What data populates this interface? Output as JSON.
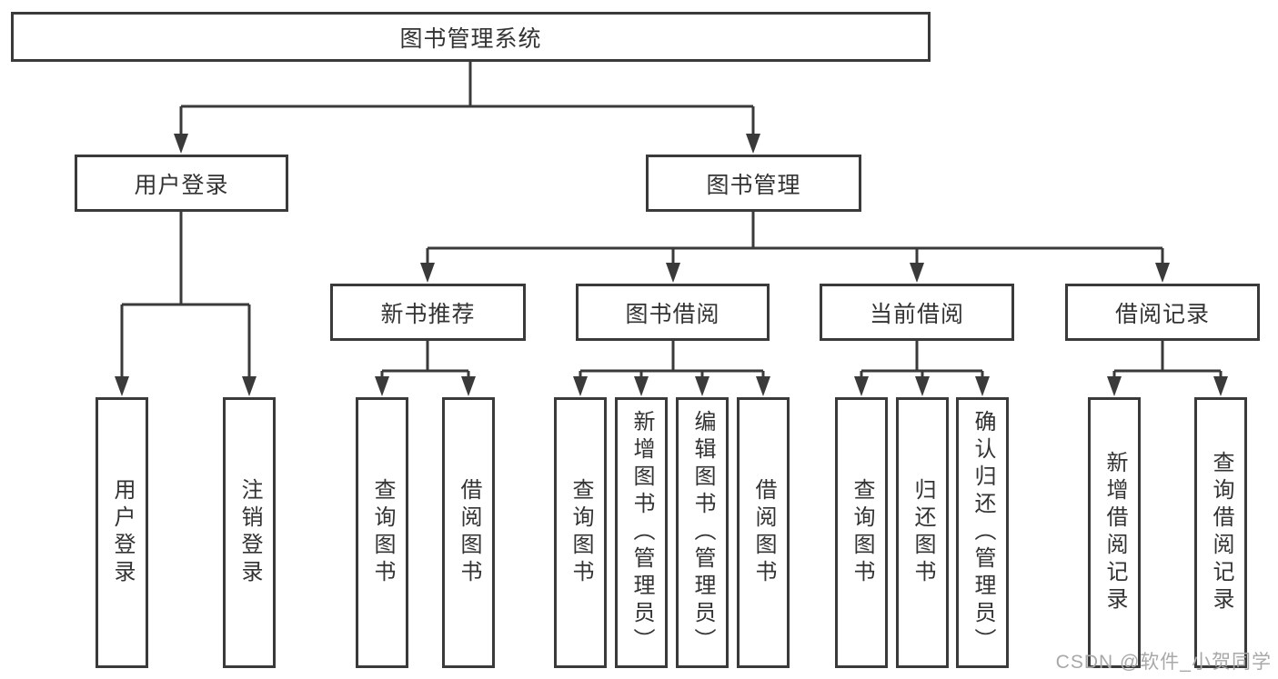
{
  "tree": {
    "root": "图书管理系统",
    "branches": [
      {
        "label": "用户登录",
        "children": [
          "用户登录",
          "注销登录"
        ]
      },
      {
        "label": "图书管理",
        "groups": [
          {
            "label": "新书推荐",
            "children": [
              "查询图书",
              "借阅图书"
            ]
          },
          {
            "label": "图书借阅",
            "children": [
              "查询图书",
              "新增图书（管理员）",
              "编辑图书（管理员）",
              "借阅图书"
            ]
          },
          {
            "label": "当前借阅",
            "children": [
              "查询图书",
              "归还图书",
              "确认归还（管理员）"
            ]
          },
          {
            "label": "借阅记录",
            "children": [
              "新增借阅记录",
              "查询借阅记录"
            ]
          }
        ]
      }
    ]
  },
  "watermark": "CSDN @软件_小贺同学",
  "colors": {
    "line": "#3a3a3a",
    "text": "#333333",
    "box_background": "#ffffff",
    "watermark": "#a8a8a8"
  }
}
